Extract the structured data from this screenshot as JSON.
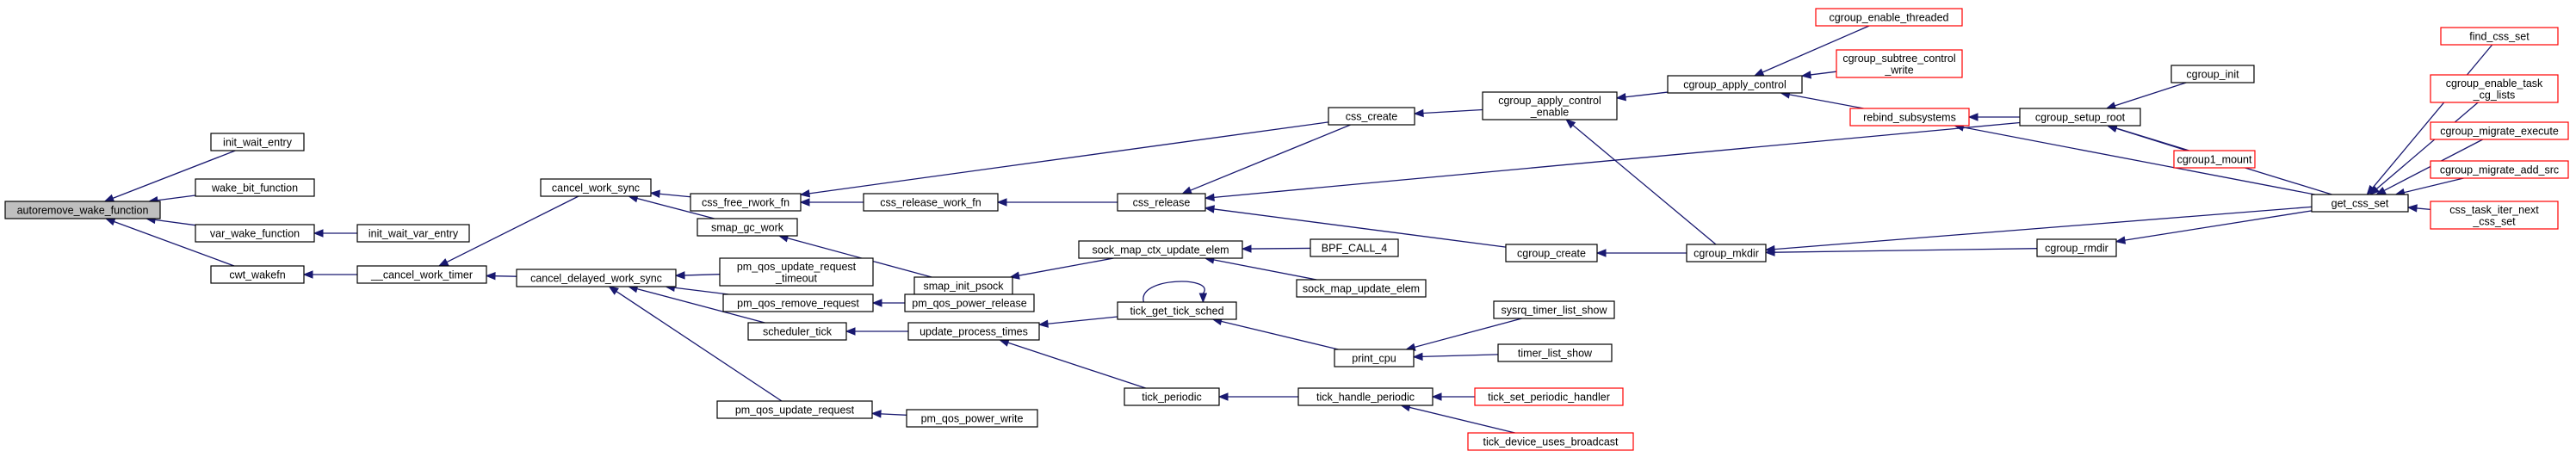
{
  "graph": {
    "colors": {
      "edge": "#191970",
      "normal_border": "#000000",
      "truncated_border": "#ff0000",
      "root_fill": "#bfbfbf",
      "fill": "#ffffff",
      "text": "#000000"
    },
    "nodes": [
      {
        "id": "n0",
        "lines": [
          "autoremove_wake_function"
        ],
        "style": "root"
      },
      {
        "id": "n1",
        "lines": [
          "init_wait_entry"
        ],
        "style": "normal"
      },
      {
        "id": "n2",
        "lines": [
          "wake_bit_function"
        ],
        "style": "normal"
      },
      {
        "id": "n3",
        "lines": [
          "var_wake_function"
        ],
        "style": "normal"
      },
      {
        "id": "n4",
        "lines": [
          "cwt_wakefn"
        ],
        "style": "normal"
      },
      {
        "id": "n5",
        "lines": [
          "init_wait_var_entry"
        ],
        "style": "normal"
      },
      {
        "id": "n6",
        "lines": [
          "__cancel_work_timer"
        ],
        "style": "normal"
      },
      {
        "id": "n7",
        "lines": [
          "cancel_work_sync"
        ],
        "style": "normal"
      },
      {
        "id": "n8",
        "lines": [
          "cancel_delayed_work_sync"
        ],
        "style": "normal"
      },
      {
        "id": "n9",
        "lines": [
          "css_free_rwork_fn"
        ],
        "style": "normal"
      },
      {
        "id": "n10",
        "lines": [
          "smap_gc_work"
        ],
        "style": "normal"
      },
      {
        "id": "n11",
        "lines": [
          "pm_qos_update_request",
          "_timeout"
        ],
        "style": "normal"
      },
      {
        "id": "n12",
        "lines": [
          "pm_qos_remove_request"
        ],
        "style": "normal"
      },
      {
        "id": "n13",
        "lines": [
          "scheduler_tick"
        ],
        "style": "normal"
      },
      {
        "id": "n14",
        "lines": [
          "pm_qos_update_request"
        ],
        "style": "normal"
      },
      {
        "id": "n15",
        "lines": [
          "css_release_work_fn"
        ],
        "style": "normal"
      },
      {
        "id": "n16",
        "lines": [
          "smap_init_psock"
        ],
        "style": "normal"
      },
      {
        "id": "n17",
        "lines": [
          "pm_qos_power_release"
        ],
        "style": "normal"
      },
      {
        "id": "n18",
        "lines": [
          "update_process_times"
        ],
        "style": "normal"
      },
      {
        "id": "n19",
        "lines": [
          "pm_qos_power_write"
        ],
        "style": "normal"
      },
      {
        "id": "n20",
        "lines": [
          "css_create"
        ],
        "style": "normal"
      },
      {
        "id": "n21",
        "lines": [
          "css_release"
        ],
        "style": "normal"
      },
      {
        "id": "n22",
        "lines": [
          "sock_map_ctx_update_elem"
        ],
        "style": "normal"
      },
      {
        "id": "n23",
        "lines": [
          "tick_get_tick_sched"
        ],
        "style": "normal"
      },
      {
        "id": "n24",
        "lines": [
          "tick_periodic"
        ],
        "style": "normal"
      },
      {
        "id": "n25",
        "lines": [
          "cgroup_apply_control",
          "_enable"
        ],
        "style": "normal"
      },
      {
        "id": "n26",
        "lines": [
          "cgroup_create"
        ],
        "style": "normal"
      },
      {
        "id": "n27",
        "lines": [
          "BPF_CALL_4"
        ],
        "style": "normal"
      },
      {
        "id": "n28",
        "lines": [
          "sock_map_update_elem"
        ],
        "style": "normal"
      },
      {
        "id": "n29",
        "lines": [
          "print_cpu"
        ],
        "style": "normal"
      },
      {
        "id": "n30",
        "lines": [
          "tick_handle_periodic"
        ],
        "style": "normal"
      },
      {
        "id": "n31",
        "lines": [
          "cgroup_apply_control"
        ],
        "style": "normal"
      },
      {
        "id": "n32",
        "lines": [
          "cgroup_mkdir"
        ],
        "style": "normal"
      },
      {
        "id": "n33",
        "lines": [
          "sysrq_timer_list_show"
        ],
        "style": "normal"
      },
      {
        "id": "n34",
        "lines": [
          "timer_list_show"
        ],
        "style": "normal"
      },
      {
        "id": "n35",
        "lines": [
          "tick_set_periodic_handler"
        ],
        "style": "truncated"
      },
      {
        "id": "n36",
        "lines": [
          "tick_device_uses_broadcast"
        ],
        "style": "truncated"
      },
      {
        "id": "n37",
        "lines": [
          "cgroup_enable_threaded"
        ],
        "style": "truncated"
      },
      {
        "id": "n38",
        "lines": [
          "cgroup_subtree_control",
          "_write"
        ],
        "style": "truncated"
      },
      {
        "id": "n39",
        "lines": [
          "rebind_subsystems"
        ],
        "style": "truncated"
      },
      {
        "id": "n40",
        "lines": [
          "cgroup_rmdir"
        ],
        "style": "normal"
      },
      {
        "id": "n41",
        "lines": [
          "cgroup_init"
        ],
        "style": "normal"
      },
      {
        "id": "n42",
        "lines": [
          "cgroup_setup_root"
        ],
        "style": "normal"
      },
      {
        "id": "n43",
        "lines": [
          "cgroup1_mount"
        ],
        "style": "truncated"
      },
      {
        "id": "n44",
        "lines": [
          "get_css_set"
        ],
        "style": "normal"
      },
      {
        "id": "n45",
        "lines": [
          "find_css_set"
        ],
        "style": "truncated"
      },
      {
        "id": "n46",
        "lines": [
          "cgroup_enable_task",
          "_cg_lists"
        ],
        "style": "truncated"
      },
      {
        "id": "n47",
        "lines": [
          "cgroup_migrate_execute"
        ],
        "style": "truncated"
      },
      {
        "id": "n48",
        "lines": [
          "cgroup_migrate_add_src"
        ],
        "style": "truncated"
      },
      {
        "id": "n49",
        "lines": [
          "css_task_iter_next",
          "_css_set"
        ],
        "style": "truncated"
      }
    ],
    "edges": [
      [
        "n1",
        "n0"
      ],
      [
        "n2",
        "n0"
      ],
      [
        "n3",
        "n0"
      ],
      [
        "n4",
        "n0"
      ],
      [
        "n5",
        "n3"
      ],
      [
        "n6",
        "n4"
      ],
      [
        "n7",
        "n6"
      ],
      [
        "n8",
        "n6"
      ],
      [
        "n9",
        "n7"
      ],
      [
        "n10",
        "n7"
      ],
      [
        "n11",
        "n8"
      ],
      [
        "n12",
        "n8"
      ],
      [
        "n13",
        "n8"
      ],
      [
        "n14",
        "n8"
      ],
      [
        "n15",
        "n9"
      ],
      [
        "n20",
        "n9"
      ],
      [
        "n16",
        "n10"
      ],
      [
        "n17",
        "n12"
      ],
      [
        "n18",
        "n13"
      ],
      [
        "n19",
        "n14"
      ],
      [
        "n21",
        "n15"
      ],
      [
        "n22",
        "n16"
      ],
      [
        "n23",
        "n18"
      ],
      [
        "n24",
        "n18"
      ],
      [
        "n25",
        "n20"
      ],
      [
        "n42",
        "n21"
      ],
      [
        "n26",
        "n21"
      ],
      [
        "n20",
        "n21"
      ],
      [
        "n27",
        "n22"
      ],
      [
        "n28",
        "n22"
      ],
      [
        "n23",
        "n23"
      ],
      [
        "n29",
        "n23"
      ],
      [
        "n30",
        "n24"
      ],
      [
        "n31",
        "n25"
      ],
      [
        "n32",
        "n25"
      ],
      [
        "n32",
        "n26"
      ],
      [
        "n33",
        "n29"
      ],
      [
        "n34",
        "n29"
      ],
      [
        "n35",
        "n30"
      ],
      [
        "n36",
        "n30"
      ],
      [
        "n37",
        "n31"
      ],
      [
        "n38",
        "n31"
      ],
      [
        "n39",
        "n31"
      ],
      [
        "n44",
        "n32"
      ],
      [
        "n40",
        "n32"
      ],
      [
        "n42",
        "n39"
      ],
      [
        "n44",
        "n39"
      ],
      [
        "n44",
        "n40"
      ],
      [
        "n41",
        "n42"
      ],
      [
        "n43",
        "n42"
      ],
      [
        "n44",
        "n42"
      ],
      [
        "n45",
        "n44"
      ],
      [
        "n46",
        "n44"
      ],
      [
        "n47",
        "n44"
      ],
      [
        "n48",
        "n44"
      ],
      [
        "n49",
        "n44"
      ]
    ]
  }
}
